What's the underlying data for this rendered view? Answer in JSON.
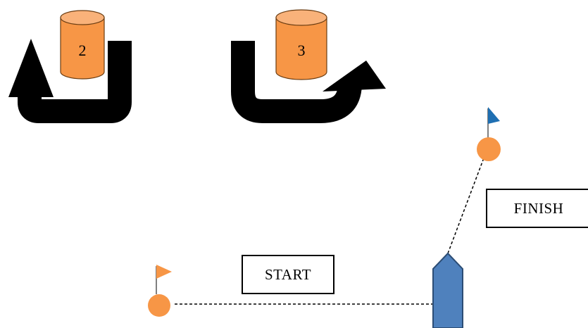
{
  "labels": {
    "start": "START",
    "finish": "FINISH"
  },
  "buoys": [
    {
      "number": "2",
      "turn": "left-u-turn-arrow"
    },
    {
      "number": "3",
      "turn": "right-u-turn-arrow"
    }
  ],
  "colors": {
    "buoy_orange": "#F79646",
    "buoy_outline": "#6B3D12",
    "arrow": "#000000",
    "boat_fill": "#4F81BD",
    "boat_outline": "#2C4D75",
    "start_flag": "#F79646",
    "finish_flag": "#1F6FB2",
    "dashed_line": "#000000"
  },
  "icons": [
    "cylinder-buoy-icon",
    "u-turn-arrow-icon",
    "flag-icon",
    "ball-marker-icon",
    "boat-icon"
  ]
}
